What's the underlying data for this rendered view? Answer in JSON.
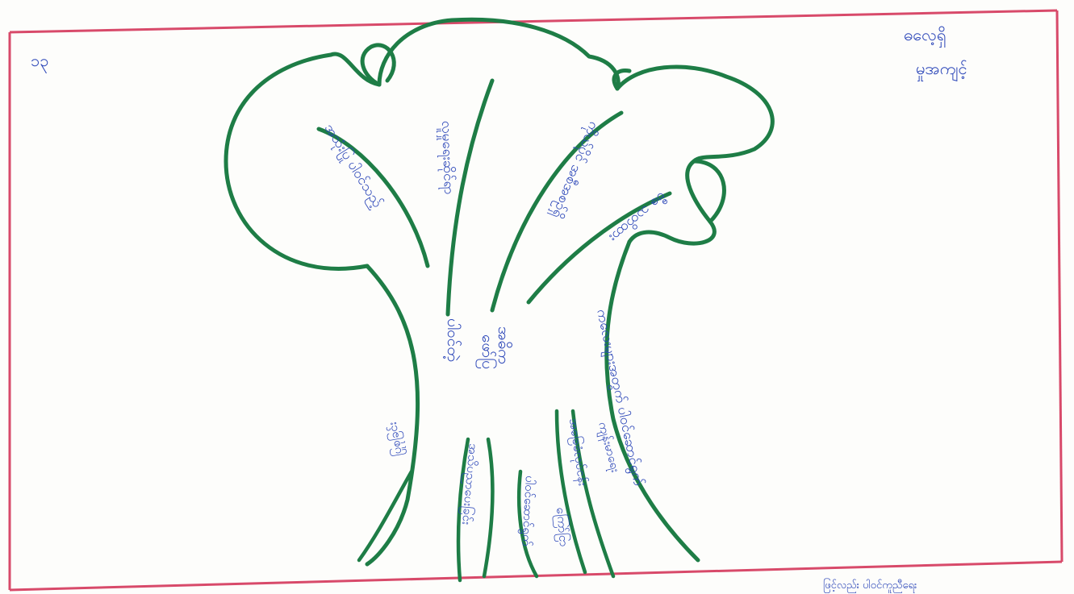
{
  "page_number": "၁၃",
  "corner_note": [
    "ဓလေ့ရှိ",
    "မှုအကျင့်"
  ],
  "trunk_labels": [
    "ပါဝင်တဲ့",
    "အဓိက",
    "ဖော်ပြ"
  ],
  "branch_labels": [
    "အသုံးပြု ပါဝင်သည့်",
    "လူမှုရေးဆိုင်ရာ",
    "ကိုယ်ပိုင် အစီအစဉ်ရှိ",
    "ဗီဇ သတိထား",
    "ကလေးများအတွက် ပါဝင်ဆောင်ရွက်"
  ],
  "root_labels": [
    "ပြုစုခြင်း",
    "အသိပညာပေးခြင်း",
    "ပါဝင်ဆောင်ရွက်",
    "ကြော်ငြာ",
    "အခြေခံလုပ်ငန်း",
    "ကျန်းမာရေး"
  ],
  "bottom_cut_text": "ဖြင့်လည်း ပါဝင်ကူညီရေး"
}
